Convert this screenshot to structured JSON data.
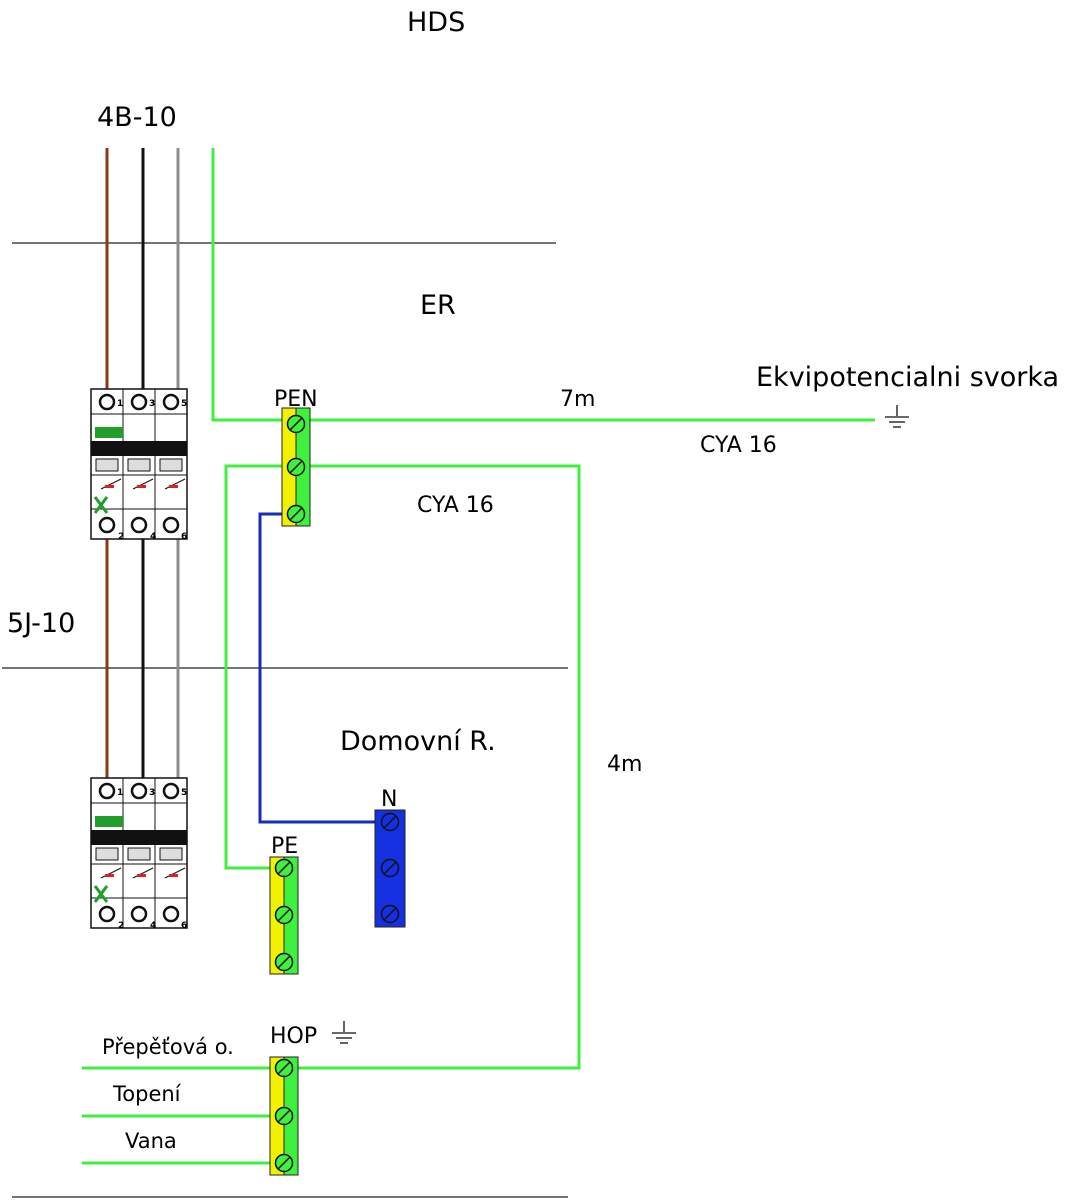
{
  "sections": {
    "hds": "HDS",
    "er": "ER",
    "domovni": "Domovní R."
  },
  "breakers": {
    "top": "4B-10",
    "bottom": "5J-10",
    "terminal_numbers_top": [
      "1",
      "3",
      "5"
    ],
    "terminal_numbers_bottom": [
      "2",
      "4",
      "6"
    ]
  },
  "terminal_blocks": {
    "pen": "PEN",
    "pe": "PE",
    "n": "N",
    "hop": "HOP"
  },
  "equipotential": {
    "label": "Ekvipotencialni svorka",
    "length": "7m",
    "cable": "CYA 16"
  },
  "riser": {
    "cable": "CYA 16",
    "length": "4m"
  },
  "bonding_outputs": [
    "Přepěťová o.",
    "Topení",
    "Vana"
  ],
  "colors": {
    "brown": "#8a3a12",
    "black": "#111111",
    "grey": "#8c8c8c",
    "green": "#3ff03f",
    "blue": "#1a2bb8",
    "yellow": "#f2f200",
    "terminal_blue": "#1530e0",
    "breaker_green": "#1f9e2a",
    "breaker_red": "#e02020"
  }
}
